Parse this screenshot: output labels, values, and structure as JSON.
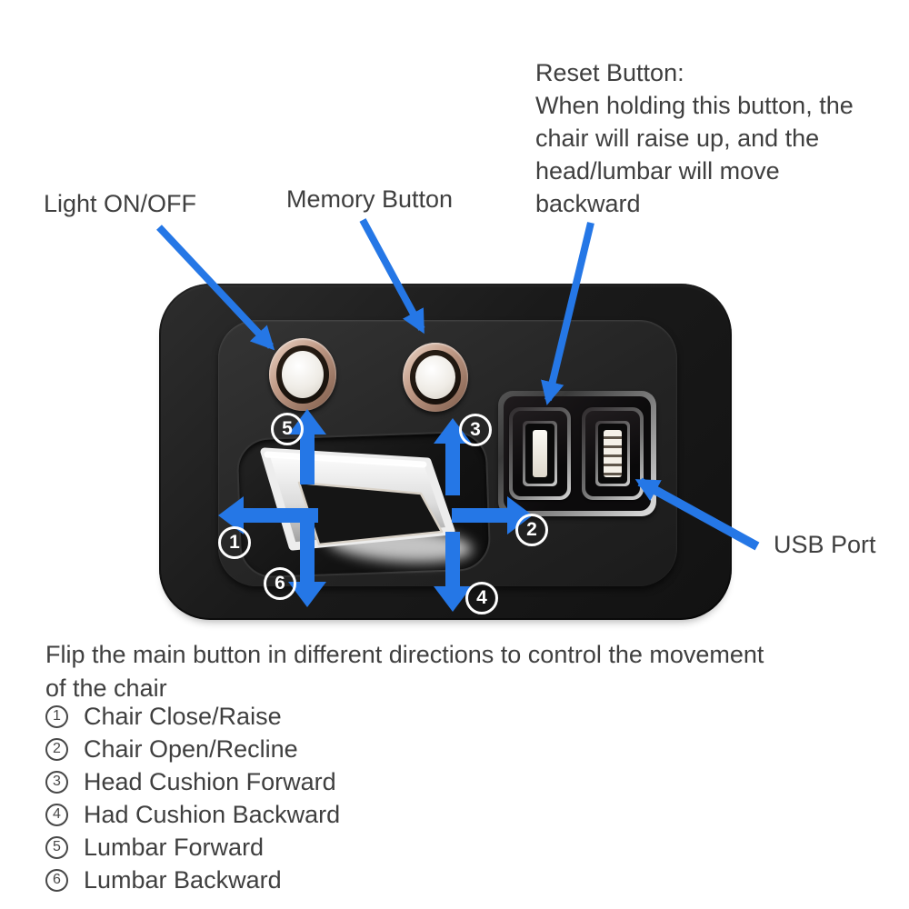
{
  "colors": {
    "accent_blue": "#2577e6",
    "text_gray": "#3f3f3f",
    "panel_black": "#1a1a1a",
    "button_bronze": "#b4907c"
  },
  "annotations": {
    "light_label": "Light ON/OFF",
    "memory_label": "Memory Button",
    "reset_lines": [
      "Reset Button:",
      "When holding this button, the",
      "chair will raise up, and the",
      "head/lumbar will move",
      "backward"
    ],
    "usb_label": "USB Port"
  },
  "panel_markers": {
    "m1": "1",
    "m2": "2",
    "m3": "3",
    "m4": "4",
    "m5": "5",
    "m6": "6"
  },
  "footer": {
    "intro_lines": [
      "Flip the main button in different directions to control the movement",
      "of the chair"
    ],
    "items": [
      {
        "num": "1",
        "label": "Chair Close/Raise"
      },
      {
        "num": "2",
        "label": "Chair Open/Recline"
      },
      {
        "num": "3",
        "label": "Head Cushion Forward"
      },
      {
        "num": "4",
        "label": "Had Cushion Backward"
      },
      {
        "num": "5",
        "label": "Lumbar Forward"
      },
      {
        "num": "6",
        "label": "Lumbar Backward"
      }
    ]
  }
}
